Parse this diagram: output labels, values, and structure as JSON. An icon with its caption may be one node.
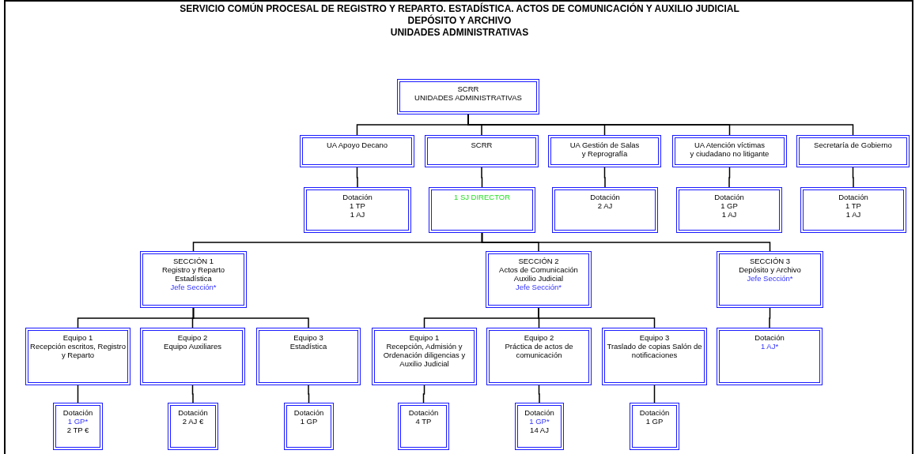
{
  "diagram": {
    "title": "SERVICIO COMÚN PROCESAL DE REGISTRO Y REPARTO. ESTADÍSTICA. ACTOS DE COMUNICACIÓN Y AUXILIO JUDICIAL",
    "labels": [
      "DEPÓSITO Y ARCHIVO",
      "UNIDADES ADMINISTRATIVAS"
    ],
    "nodes": [
      {
        "text": [
          "SCRR",
          "UNIDADES ADMINISTRATIVAS"
        ]
      },
      {
        "text": [
          "UA Apoyo Decano"
        ]
      },
      {
        "text": [
          "SCRR"
        ]
      },
      {
        "text": [
          "UA Gestión de Salas",
          "y Reprografía"
        ]
      },
      {
        "text": [
          "UA Atención víctimas",
          "y ciudadano no litigante"
        ]
      },
      {
        "text": [
          "Secretaría de Gobierno"
        ]
      },
      {
        "text": [
          "Dotación",
          "1 TP",
          "1 AJ"
        ]
      },
      {
        "text": [
          "1 SJ DIRECTOR"
        ]
      },
      {
        "text": [
          "Dotación",
          "2 AJ"
        ]
      },
      {
        "text": [
          "Dotación",
          "1 GP",
          "1 AJ"
        ]
      },
      {
        "text": [
          "Dotación",
          "1 TP",
          "1 AJ"
        ]
      },
      {
        "text": [
          "SECCIÓN 1",
          "Registro y Reparto",
          "Estadística",
          "Jefe Sección*"
        ]
      },
      {
        "text": [
          "SECCIÓN 2",
          "Actos de Comunicación",
          "Auxilio Judicial",
          "Jefe Sección*"
        ]
      },
      {
        "text": [
          "SECCIÓN 3",
          "Depósito y Archivo",
          "Jefe Sección*"
        ]
      },
      {
        "text": [
          "Equipo 1",
          "Recepción escritos, Registro y Reparto"
        ]
      },
      {
        "text": [
          "Equipo 2",
          "Equipo Auxiliares"
        ]
      },
      {
        "text": [
          "Equipo 3",
          "Estadística"
        ]
      },
      {
        "text": [
          "Equipo 1",
          "Recepción, Admisión y Ordenación diligencias y Auxilio Judicial"
        ]
      },
      {
        "text": [
          "Equipo 2",
          "Práctica de actos de comunicación"
        ]
      },
      {
        "text": [
          "Equipo 3",
          "Traslado de copias Salón de notificaciones"
        ]
      },
      {
        "text": [
          "Dotación",
          "1 AJ*"
        ]
      },
      {
        "text": [
          "Dotación",
          "1 GP*",
          "2 TP €"
        ]
      },
      {
        "text": [
          "Dotación",
          "2 AJ €"
        ]
      },
      {
        "text": [
          "Dotación",
          "1 GP"
        ]
      },
      {
        "text": [
          "Dotación",
          "4 TP"
        ]
      },
      {
        "text": [
          "Dotación",
          "1 GP*",
          "14 AJ"
        ]
      },
      {
        "text": [
          "Dotación",
          "1 GP"
        ]
      }
    ],
    "edges": [
      {
        "from": 0,
        "to": 1,
        "arrow": "none"
      },
      {
        "from": 0,
        "to": 2,
        "arrow": "none"
      },
      {
        "from": 0,
        "to": 3,
        "arrow": "none"
      },
      {
        "from": 0,
        "to": 4,
        "arrow": "none"
      },
      {
        "from": 0,
        "to": 5,
        "arrow": "none"
      },
      {
        "from": 1,
        "to": 6,
        "arrow": "none"
      },
      {
        "from": 2,
        "to": 7,
        "arrow": "none"
      },
      {
        "from": 3,
        "to": 8,
        "arrow": "none"
      },
      {
        "from": 4,
        "to": 9,
        "arrow": "none"
      },
      {
        "from": 5,
        "to": 10,
        "arrow": "none"
      },
      {
        "from": 7,
        "to": 11,
        "arrow": "none"
      },
      {
        "from": 7,
        "to": 12,
        "arrow": "none"
      },
      {
        "from": 7,
        "to": 13,
        "arrow": "none"
      },
      {
        "from": 11,
        "to": 14,
        "arrow": "none"
      },
      {
        "from": 11,
        "to": 15,
        "arrow": "none"
      },
      {
        "from": 11,
        "to": 16,
        "arrow": "none"
      },
      {
        "from": 12,
        "to": 17,
        "arrow": "none"
      },
      {
        "from": 12,
        "to": 18,
        "arrow": "none"
      },
      {
        "from": 12,
        "to": 19,
        "arrow": "none"
      },
      {
        "from": 13,
        "to": 20,
        "arrow": "none"
      },
      {
        "from": 14,
        "to": 21,
        "arrow": "none"
      },
      {
        "from": 15,
        "to": 22,
        "arrow": "none"
      },
      {
        "from": 16,
        "to": 23,
        "arrow": "none"
      },
      {
        "from": 17,
        "to": 24,
        "arrow": "none"
      },
      {
        "from": 18,
        "to": 25,
        "arrow": "none"
      },
      {
        "from": 19,
        "to": 26,
        "arrow": "none"
      }
    ]
  }
}
